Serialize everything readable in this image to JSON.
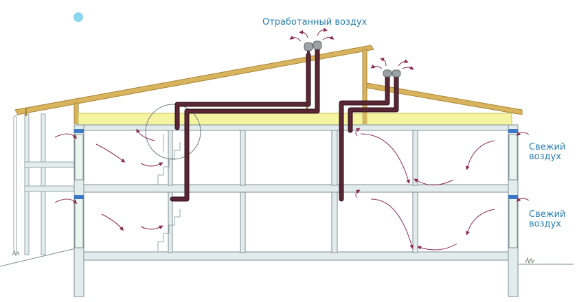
{
  "labels": {
    "exhaust_air": "Отработанный воздух",
    "fresh_air_upper": [
      "Свежий",
      "воздух"
    ],
    "fresh_air_lower": [
      "Свежий",
      "воздух"
    ]
  },
  "colors": {
    "structure_fill": "#e3ecec",
    "structure_line": "#7f8e94",
    "roof_wood": "#d9b45e",
    "insulation": "#f4f3a0",
    "duct": "#5a2636",
    "duct_edge": "#2c0f18",
    "air_arrow": "#8b2a4f",
    "label": "#2a7fb2",
    "window": "#3d78c6",
    "sun": "#8ad7ee"
  }
}
